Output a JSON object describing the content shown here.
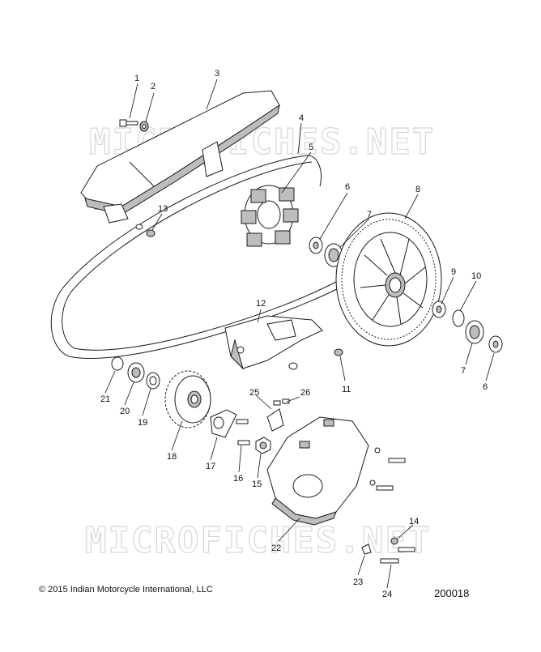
{
  "watermark": {
    "top": "MICROFICHES.NET",
    "bottom": "MICROFICHES.NET"
  },
  "footer": {
    "copyright": "© 2015 Indian Motorcycle International, LLC",
    "document_number": "200018"
  },
  "callouts": [
    "1",
    "2",
    "3",
    "4",
    "5",
    "6",
    "7",
    "8",
    "9",
    "10",
    "11",
    "12",
    "13",
    "14",
    "15",
    "16",
    "17",
    "18",
    "19",
    "20",
    "21",
    "22",
    "23",
    "24",
    "25",
    "26",
    "7",
    "6"
  ]
}
